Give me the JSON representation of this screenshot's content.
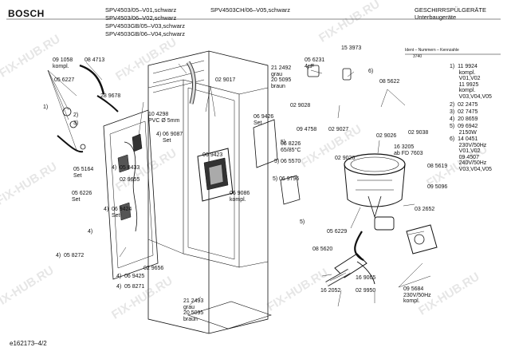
{
  "header": {
    "brand": "BOSCH",
    "models": [
      "SPV4503/05–V01,schwarz",
      "SPV4503/06–V02,schwarz",
      "SPV4503GB/05–V03,schwarz",
      "SPV4503GB/06–V04,schwarz"
    ],
    "model_ch": "SPV4503CH/06–V05,schwarz",
    "title": "GESCHIRRSPÜLGERÄTE",
    "subtitle": "Unterbaugeräte"
  },
  "ident": {
    "label": "Ident – Nummern – Kennzahle",
    "code": "3740"
  },
  "variants": [
    "1)  11 9924\n      kompl.\n      V01,V02\n      11 9925\n      kompl.\n      V03,V04,V05",
    "2)  02 2475",
    "3)  02 7475",
    "4)  20 8659",
    "5)  09 6942\n      2150W",
    "6)  14 0451\n      230V/50Hz\n      V01,V02\n      09 4507\n      240V/50Hz\n      V03,V04,V05"
  ],
  "parts": {
    "p1": "09 1058\nkompl.",
    "p2": "08 4713",
    "p3": "05 6227",
    "p4": "1)",
    "p5": "2)",
    "p6": "3)",
    "p7": "28 9678",
    "p8": "05 5164\nSet",
    "p9": "05 6226\nSet",
    "p10": "02 9017",
    "p11": "10 4298\nPVC Ø 5mm",
    "p12": "4)",
    "p13": "06 9087\nSet",
    "p14": "05 8433",
    "p15": "02 9655",
    "p16": "4)",
    "p17": "06 9423",
    "p18": "06 9424\nSet",
    "p19": "4)",
    "p20": "4)",
    "p21": "05 8272",
    "p22": "4)",
    "p23": "02 9656",
    "p24": "4)",
    "p25": "06 9425",
    "p26": "05 8271",
    "p27": "4)",
    "p28": "21 2492\ngrau\n20 5095\nbraun",
    "p29": "05 6231\n4µF",
    "p30": "15 3973",
    "p31": "6)",
    "p32": "02 9028",
    "p33": "06 9426\nSet",
    "p34": "09 4758",
    "p35": "5)",
    "p36": "02 9027",
    "p37": "08 5622",
    "p38": "02 9026",
    "p39": "02 9038",
    "p40": "06 8226\n65/85°C",
    "p41": "5)",
    "p42": "06 5570",
    "p43": "02 9026",
    "p44": "16 3205\nab FD 7603",
    "p45": "06 9086\nkompl.",
    "p46": "5)",
    "p47": "06 9796",
    "p48": "08 5619",
    "p49": "09 5096",
    "p50": "5)",
    "p51": "05 6229",
    "p52": "03 2652",
    "p53": "08 5620",
    "p54": "16 9065",
    "p55": "16 2052",
    "p56": "02 9950",
    "p57": "09 5684\n230V/50Hz\nkompl.",
    "p58": "21 2493\ngrau\n20 5095\nbraun"
  },
  "footer": {
    "doc_id": "e162173–4/2"
  },
  "watermark": "FIX-HUB.RU",
  "colors": {
    "line": "#111111",
    "paper": "#ffffff",
    "shade": "#555555",
    "watermark": "#c8c8c8"
  }
}
